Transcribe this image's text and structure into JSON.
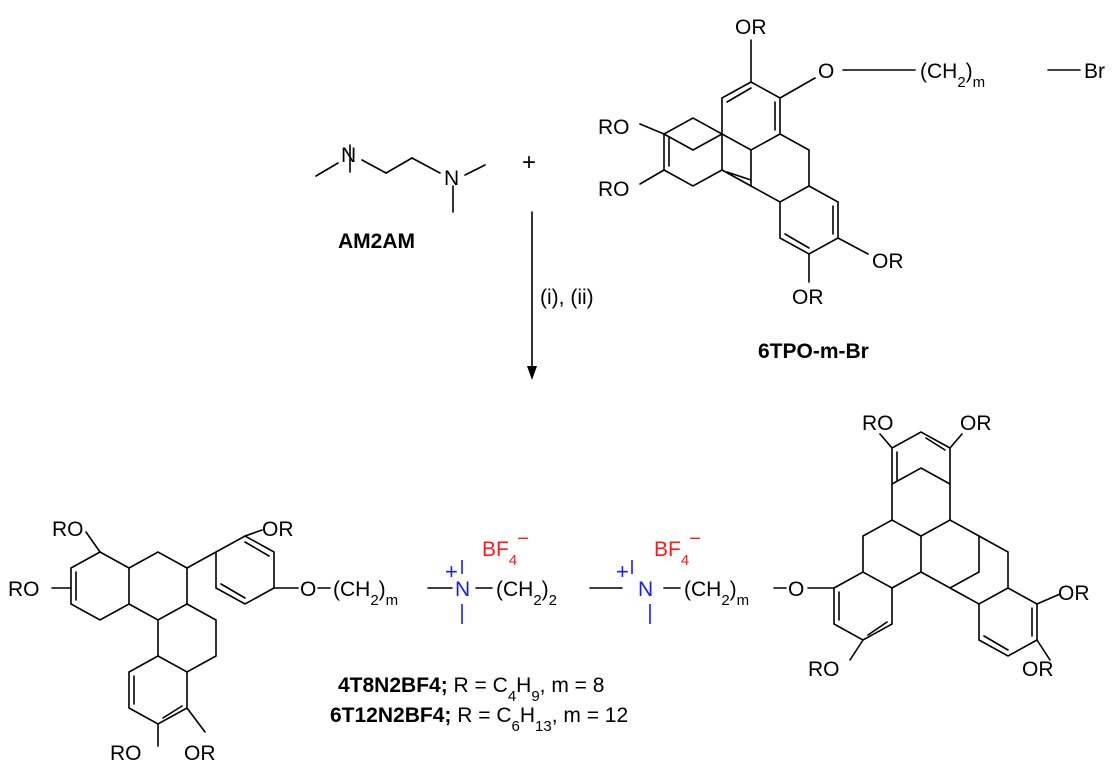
{
  "reactant_1": {
    "atom_N": "N",
    "name": "AM2AM"
  },
  "plus_sign": "+",
  "reactant_2": {
    "name": "6TPO-m-Br",
    "substituent_OR": "OR",
    "substituent_RO": "RO",
    "O": "O",
    "chain": "(CH",
    "sub_2": "2",
    "paren_close": ")",
    "sub_m": "m",
    "Br": "Br"
  },
  "arrow": {
    "conditions": "(i), (ii)"
  },
  "product": {
    "OR": "OR",
    "RO": "RO",
    "O": "O",
    "chain_ch2": "(CH",
    "sub_2": "2",
    "paren_close": ")",
    "sub_m": "m",
    "N": "N",
    "plus": "+",
    "counterion": "BF",
    "counterion_sub": "4",
    "counterion_charge": "−",
    "linker": "(CH",
    "compound_1": {
      "name": "4T8N2BF4;",
      "r_prefix": " R = C",
      "r_sub1": "4",
      "r_mid": "H",
      "r_sub2": "9",
      "m_text": ", m = 8"
    },
    "compound_2": {
      "name": "6T12N2BF4;",
      "r_prefix": " R = C",
      "r_sub1": "6",
      "r_mid": "H",
      "r_sub2": "13",
      "m_text": ", m = 12"
    }
  }
}
